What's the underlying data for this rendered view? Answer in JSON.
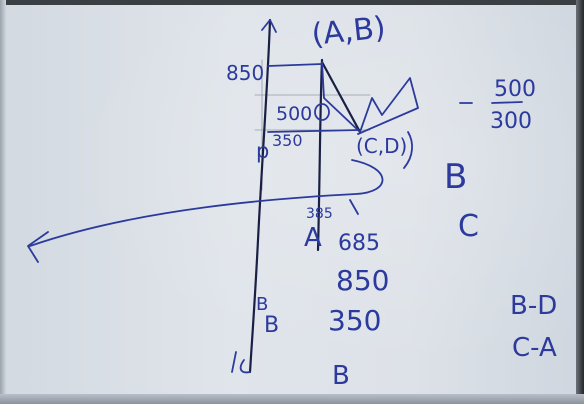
{
  "photo": {
    "subject": "whiteboard",
    "ink_color": "#2b3a9c",
    "board_color": "#dfe4ea",
    "labels": {
      "pair_ab": "(A,B)",
      "val_850": "850",
      "val_500": "500",
      "val_350": "350",
      "letter_p": "p",
      "pair_cd": "(C,D)",
      "val_385": "385",
      "letter_a": "A",
      "val_685": "685",
      "stack_850": "850",
      "stack_350": "350",
      "letter_b_lower": "B",
      "fraction_top": "500",
      "fraction_bottom": "300",
      "letter_b_right": "B",
      "letter_c_right": "C",
      "pair_b_d": "B-D",
      "pair_c_a": "C-A",
      "letter_b_small": "B",
      "letter_b_small_2": "B"
    }
  }
}
